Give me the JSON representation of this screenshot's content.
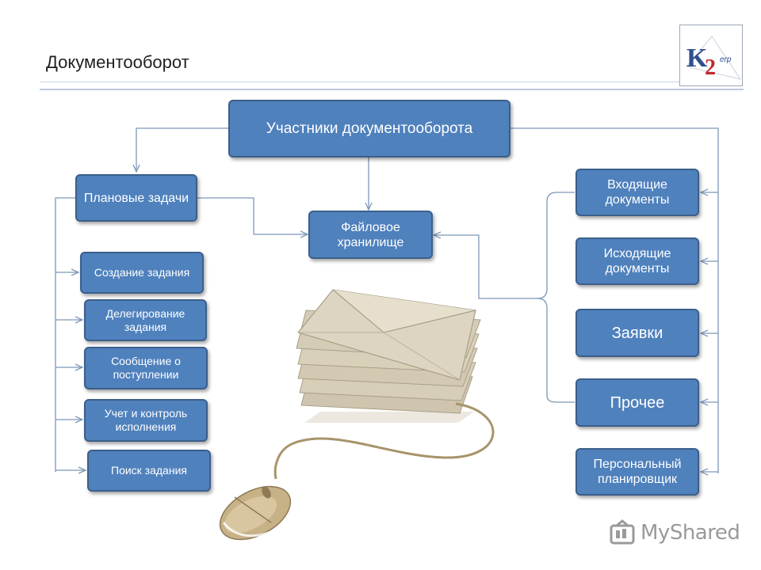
{
  "title": "Документооборот",
  "logo": {
    "k": "K",
    "two": "2",
    "erp": "erp"
  },
  "nodes": {
    "participants": "Участники документооборота",
    "planned_tasks": "Плановые задачи",
    "file_storage": "Файловое хранилище",
    "create_task": "Создание задания",
    "delegate_task": "Делегирование задания",
    "receipt_message": "Сообщение о поступлении",
    "control": "Учет и контроль исполнения",
    "search_task": "Поиск задания",
    "incoming_docs": "Входящие документы",
    "outgoing_docs": "Исходящие документы",
    "requests": "Заявки",
    "other": "Прочее",
    "planner": "Персональный планировщик"
  },
  "watermark": {
    "text": "MyShared",
    "icon": "myshared-logo-icon"
  },
  "colors": {
    "box_fill": "#4f81bd",
    "box_border": "#3b5f8a",
    "connector": "#7c98b8"
  }
}
